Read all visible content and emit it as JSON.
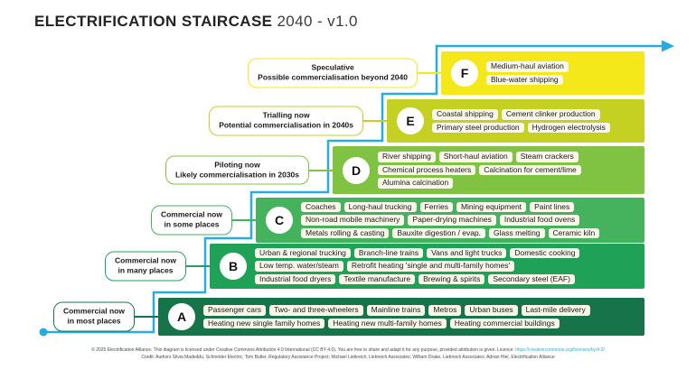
{
  "title": {
    "main": "ELECTRIFICATION STAIRCASE",
    "suffix": "2040 - v1.0"
  },
  "axis": {
    "color": "#29abe2",
    "start": "dot-bottom-left",
    "end": "arrow-top-right"
  },
  "steps": [
    {
      "letter": "A",
      "color": "#17744a",
      "label": [
        "Commercial now",
        "in most places"
      ],
      "rows": [
        [
          "Passenger cars",
          "Two- and three-wheelers",
          "Mainline trains",
          "Metros",
          "Urban buses",
          "Last-mile delivery"
        ],
        [
          "Heating new single family homes",
          "Heating new multi-family homes",
          "Heating commercial buildings"
        ]
      ]
    },
    {
      "letter": "B",
      "color": "#1fa158",
      "label": [
        "Commercial now",
        "in many places"
      ],
      "rows": [
        [
          "Urban & regional trucking",
          "Branch-line trains",
          "Vans and light trucks",
          "Domestic cooking"
        ],
        [
          "Low temp. water/steam",
          "Retrofit heating 'single and multi-family homes'"
        ],
        [
          "Industrial food dryers",
          "Textile manufacture",
          "Brewing & spirits",
          "Secondary steel (EAF)"
        ]
      ]
    },
    {
      "letter": "C",
      "color": "#45b35e",
      "label": [
        "Commercial now",
        "in some places"
      ],
      "rows": [
        [
          "Coaches",
          "Long-haul trucking",
          "Ferries",
          "Mining equipment",
          "Paint lines"
        ],
        [
          "Non-road mobile machinery",
          "Paper-drying machines",
          "Industrial food ovens"
        ],
        [
          "Metals rolling & casting",
          "Bauxite digestion / evap.",
          "Glass melting",
          "Ceramic kiln"
        ]
      ]
    },
    {
      "letter": "D",
      "color": "#80c342",
      "label": [
        "Piloting now",
        "Likely commercialisation in 2030s"
      ],
      "rows": [
        [
          "River shipping",
          "Short-haul aviation",
          "Steam crackers"
        ],
        [
          "Chemical process heaters",
          "Calcination for cement/lime"
        ],
        [
          "Alumina calcination"
        ]
      ]
    },
    {
      "letter": "E",
      "color": "#c4d122",
      "label": [
        "Trialling now",
        "Potential commercialisation in 2040s"
      ],
      "rows": [
        [
          "Coastal shipping",
          "Cement clinker production"
        ],
        [
          "Primary steel production",
          "Hydrogen electrolysis"
        ]
      ]
    },
    {
      "letter": "F",
      "color": "#f4e81b",
      "label": [
        "Speculative",
        "Possible commercialisation beyond 2040"
      ],
      "rows": [
        [
          "Medium-haul aviation"
        ],
        [
          "Blue-water shipping"
        ]
      ]
    }
  ],
  "footer": {
    "line1_prefix": "© 2025 Electrification Alliance. This diagram is licensed under Creative Commons Attribution 4.0 International (CC BY 4.0). You are free to share and adapt it for any purpose, provided attribution is given. Licence: ",
    "line1_link": "https://creativecommons.org/licenses/by/4.0/",
    "line2": "Credit: Authors Silvia Madeddu, Schneider Electric; Tom Butler, Regulatory Assistance Project; Michael Liebreich, Liebreich Associates; William Drake, Liebreich Associates; Adrian Hiel, Electrification Alliance"
  }
}
